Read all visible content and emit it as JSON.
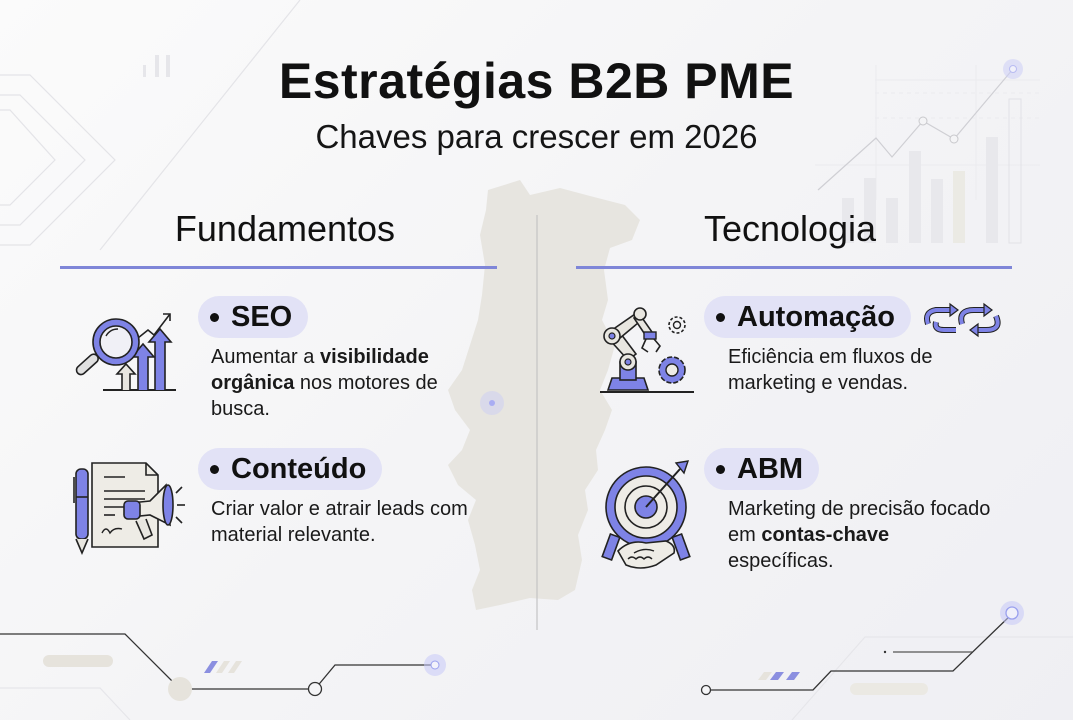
{
  "header": {
    "title": "Estratégias B2B PME",
    "subtitle": "Chaves para crescer em 2026"
  },
  "colors": {
    "accent": "#7f86d8",
    "pill_bg": "#e2e2f6",
    "icon_fill": "#7e83e6",
    "map_fill": "#e6e4df",
    "text": "#111111"
  },
  "columns": [
    {
      "heading": "Fundamentos",
      "items": [
        {
          "icon": "seo-magnifier-growth-icon",
          "label": "SEO",
          "desc_pre": "Aumentar a ",
          "desc_bold": "visibilidade orgânica",
          "desc_post": " nos motores de busca."
        },
        {
          "icon": "content-document-megaphone-icon",
          "label": "Conteúdo",
          "desc_pre": "Criar valor e atrair leads com material relevante.",
          "desc_bold": "",
          "desc_post": ""
        }
      ]
    },
    {
      "heading": "Tecnologia",
      "items": [
        {
          "icon": "automation-robot-arm-icon",
          "label": "Automação",
          "extra_icon": "sync-arrows-icon",
          "desc_pre": "Eficiência em fluxos de marketing e vendas.",
          "desc_bold": "",
          "desc_post": ""
        },
        {
          "icon": "abm-target-handshake-icon",
          "label": "ABM",
          "desc_pre": "Marketing de precisão focado em ",
          "desc_bold": "contas-chave",
          "desc_post": " específicas."
        }
      ]
    }
  ],
  "decorations": {
    "background_map": "portugal-map-silhouette",
    "background_chart": "growth-line-bar-chart"
  }
}
